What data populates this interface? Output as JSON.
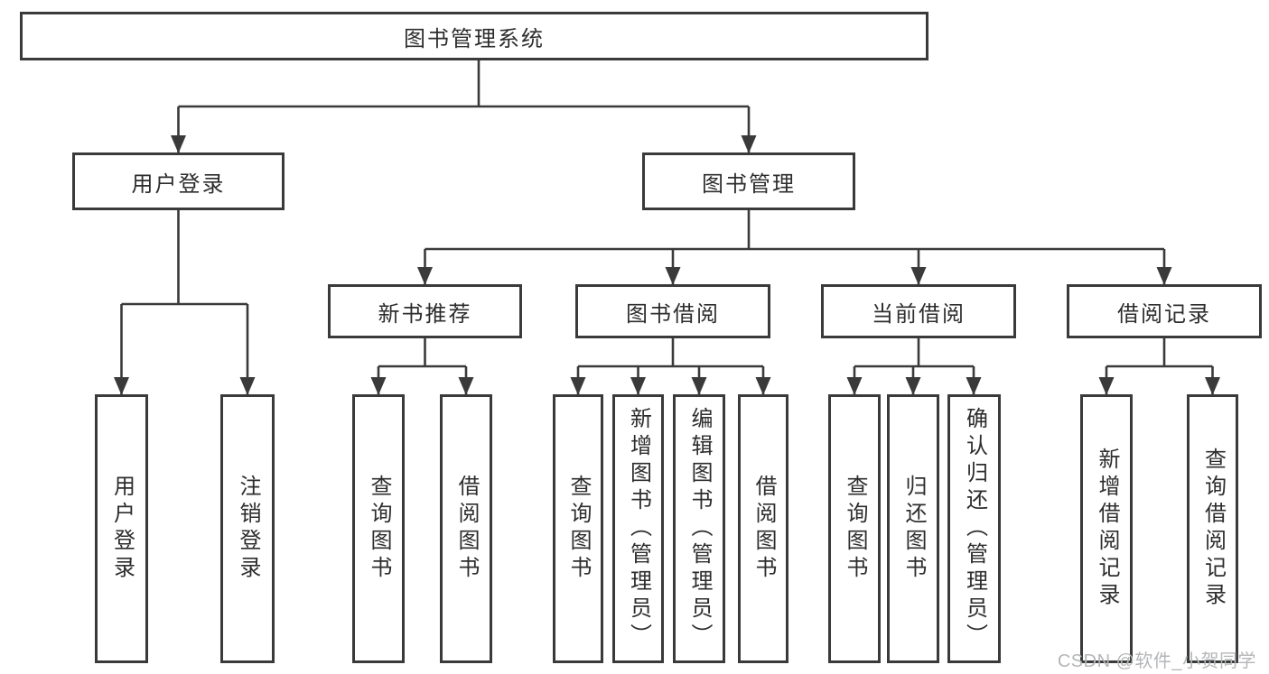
{
  "tree": {
    "root": {
      "label": "图书管理系统"
    },
    "branches": [
      {
        "label": "用户登录",
        "children": [
          {
            "label": "用户登录"
          },
          {
            "label": "注销登录"
          }
        ]
      },
      {
        "label": "图书管理",
        "children": [
          {
            "label": "新书推荐",
            "children": [
              {
                "label": "查询图书"
              },
              {
                "label": "借阅图书"
              }
            ]
          },
          {
            "label": "图书借阅",
            "children": [
              {
                "label": "查询图书"
              },
              {
                "label": "新增图书（管理员）"
              },
              {
                "label": "编辑图书（管理员）"
              },
              {
                "label": "借阅图书"
              }
            ]
          },
          {
            "label": "当前借阅",
            "children": [
              {
                "label": "查询图书"
              },
              {
                "label": "归还图书"
              },
              {
                "label": "确认归还（管理员）"
              }
            ]
          },
          {
            "label": "借阅记录",
            "children": [
              {
                "label": "新增借阅记录"
              },
              {
                "label": "查询借阅记录"
              }
            ]
          }
        ]
      }
    ]
  },
  "watermark": {
    "text": "CSDN @软件_小贺同学"
  },
  "colors": {
    "line": "#3a3a3a",
    "text": "#2d2d2d",
    "watermark": "#b4b6b8",
    "background": "#ffffff"
  }
}
